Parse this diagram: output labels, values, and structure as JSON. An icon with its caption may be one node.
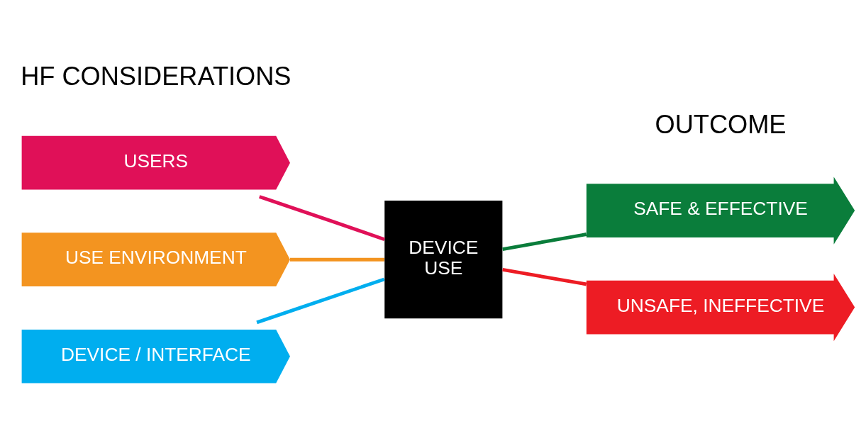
{
  "diagram": {
    "nodes": [
      {
        "text": [
          "USERS"
        ]
      },
      {
        "text": [
          "USE ENVIRONMENT"
        ]
      },
      {
        "text": [
          "DEVICE / INTERFACE"
        ]
      },
      {
        "text": [
          "DEVICE USE"
        ]
      },
      {
        "text": [
          "SAFE & EFFECTIVE"
        ]
      },
      {
        "text": [
          "UNSAFE, INEFFECTIVE"
        ]
      }
    ],
    "edges": [
      {
        "from": 0,
        "to": 3,
        "arrow": "none",
        "color": "#e01058"
      },
      {
        "from": 1,
        "to": 3,
        "arrow": "none",
        "color": "#f39420"
      },
      {
        "from": 2,
        "to": 3,
        "arrow": "none",
        "color": "#00aeef"
      },
      {
        "from": 3,
        "to": 4,
        "arrow": "none",
        "color": "#0a7d3b"
      },
      {
        "from": 3,
        "to": 5,
        "arrow": "none",
        "color": "#ed1c24"
      }
    ],
    "labels": [
      "HF CONSIDERATIONS",
      "OUTCOME"
    ]
  }
}
